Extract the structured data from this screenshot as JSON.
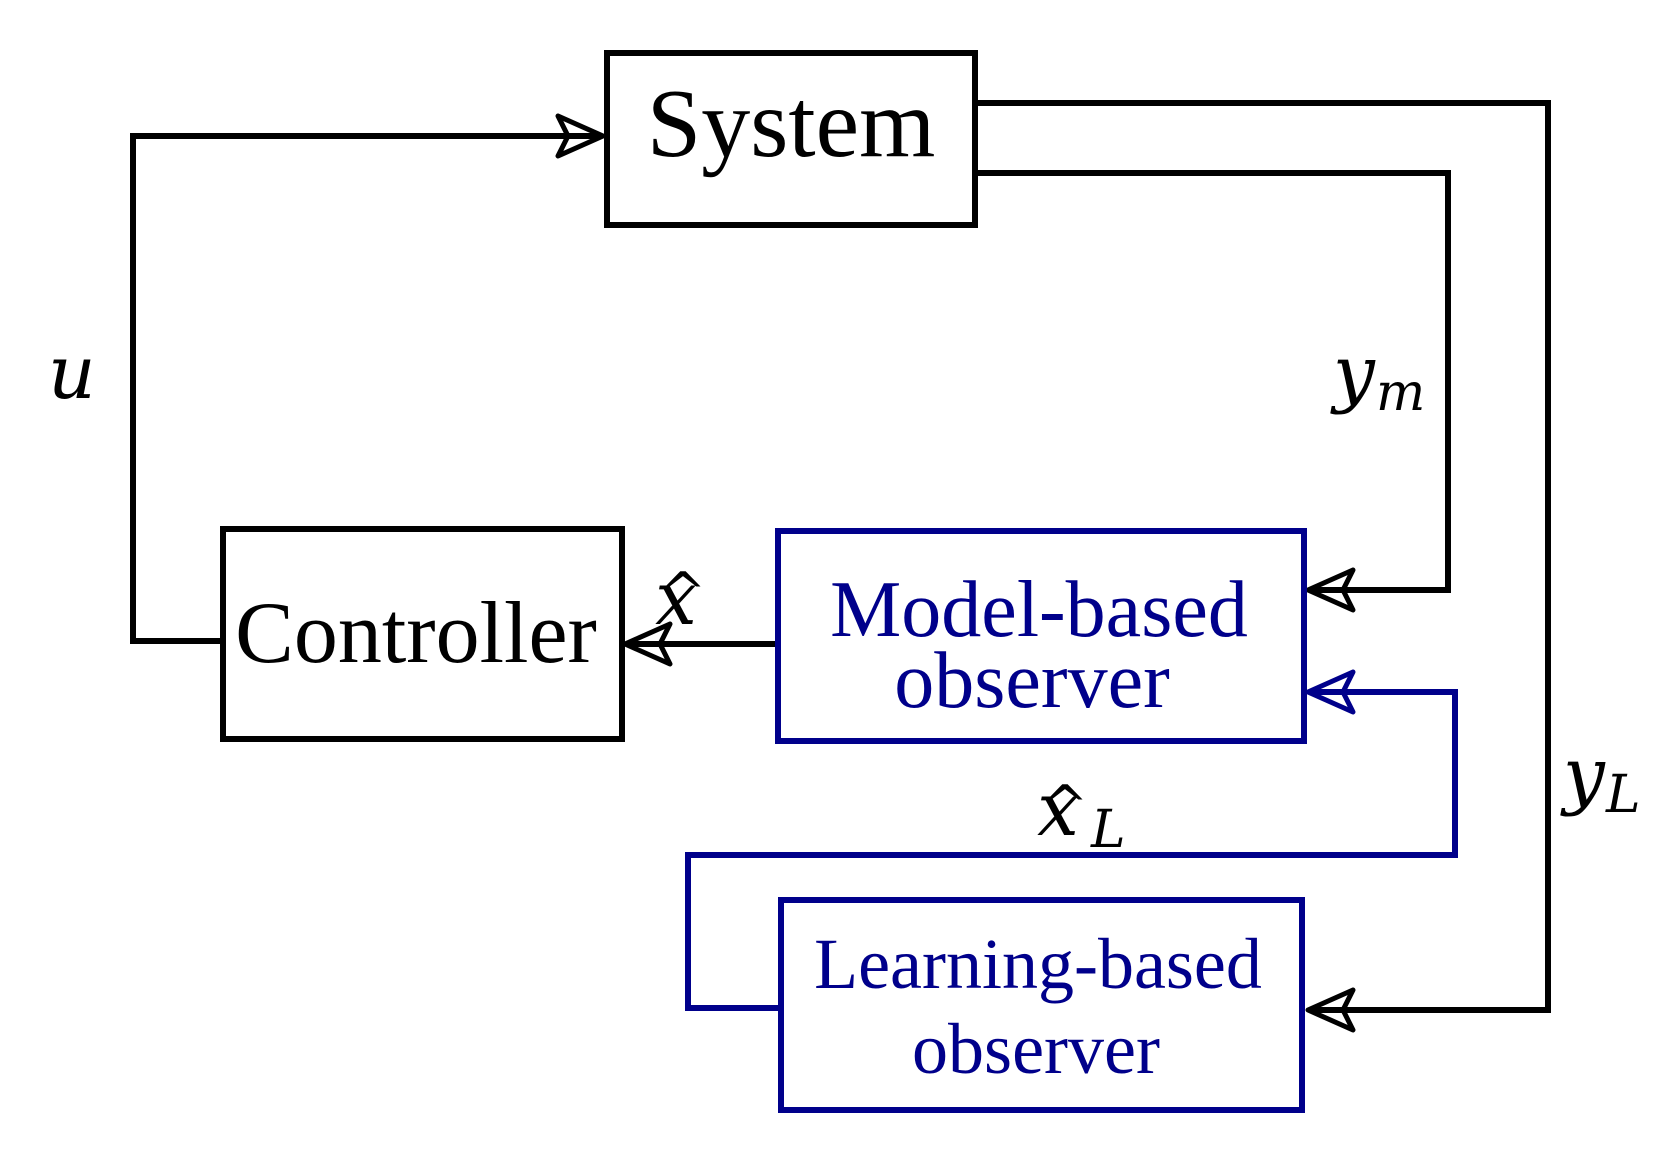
{
  "blocks": {
    "system": {
      "label": "System"
    },
    "controller": {
      "label": "Controller"
    },
    "model_observer": {
      "line1": "Model-based",
      "line2": "observer"
    },
    "learning_observer": {
      "line1": "Learning-based",
      "line2": "observer"
    }
  },
  "signals": {
    "u": {
      "symbol": "u"
    },
    "y_m": {
      "symbol": "y",
      "subscript": "m"
    },
    "y_L": {
      "symbol": "y",
      "subscript": "L"
    },
    "x_hat": {
      "symbol": "x",
      "accent": "^"
    },
    "x_hat_L": {
      "symbol": "x",
      "accent": "^",
      "subscript": "L"
    }
  },
  "colors": {
    "black": "#000000",
    "observer_blue": "#00008b"
  }
}
